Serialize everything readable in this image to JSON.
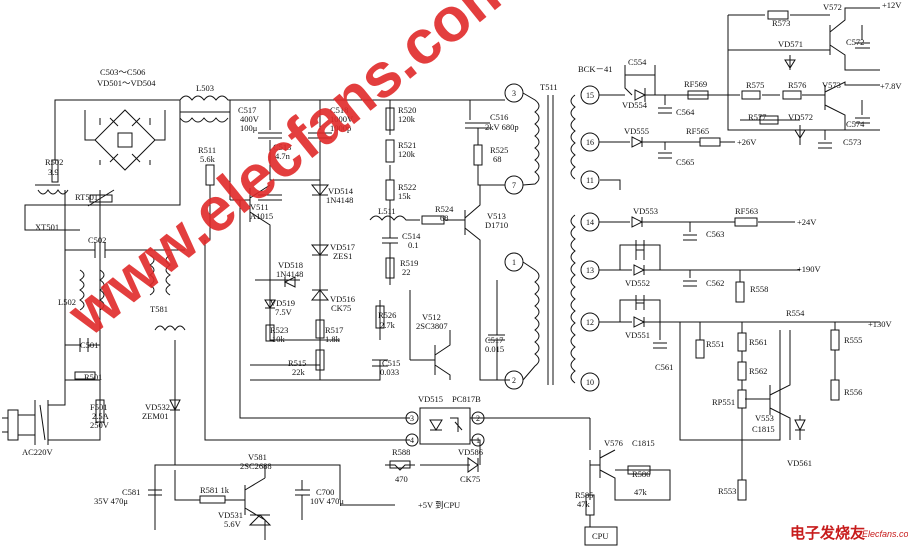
{
  "components": {
    "c503": "C503～C506",
    "vd501": "VD501～VD504",
    "l503": "L503",
    "r502": "R502",
    "r502v": "3.9",
    "rt501": "RT501",
    "xt501": "XT501",
    "c502": "C502",
    "l502": "L502",
    "c501": "C501",
    "r501": "R501",
    "f501": "F501",
    "f501v1": "2.5A",
    "f501v2": "250V",
    "ac220": "AC220V",
    "c517a": "C517",
    "c517a1": "400V",
    "c517a2": "100μ",
    "c518": "C518",
    "c518v1": "1000V",
    "c518v2": "1000p",
    "r520": "R520",
    "r520v": "120k",
    "r521": "R521",
    "r521v": "120k",
    "r511": "R511",
    "r511v": "5.6k",
    "c513": "C513",
    "c513v": "4.7n",
    "v511": "V511",
    "v511v": "A1015",
    "vd514": "VD514",
    "vd514v": "1N4148",
    "r522": "R522",
    "r522v": "15k",
    "l511": "L511",
    "r524": "R524",
    "r524v": "68",
    "v513": "V513",
    "v513v": "D1710",
    "c514": "C514",
    "c514v": "0.1",
    "vd517": "VD517",
    "vd517v": "ZES1",
    "vd518": "VD518",
    "vd518v": "1N4148",
    "r519": "R519",
    "r519v": "22",
    "vd519": "VD519",
    "vd519v": "7.5V",
    "vd516": "VD516",
    "vd516v": "CK75",
    "r526": "R526",
    "r526v": "2.7k",
    "v512": "V512",
    "v512v": "2SC3807",
    "r523": "R523",
    "r523v": "10k",
    "r517": "R517",
    "r517v": "1.8k",
    "r515": "R515",
    "r515v": "22k",
    "c515": "C515",
    "c515v": "0.033",
    "c516": "C516",
    "c516v": "2kV 680p",
    "r525": "R525",
    "r525v": "68",
    "c517b": "C517",
    "c517bv": "0.015",
    "t511": "T511",
    "t581": "T581",
    "vd532": "VD532",
    "vd532v": "ZEM01",
    "vd515": "VD515",
    "pc817b": "PC817B",
    "v581": "V581",
    "v581v": "2SC2688",
    "c581": "C581",
    "c581v": "35V 470μ",
    "r581": "R581 1k",
    "vd531": "VD531",
    "vd531v": "5.6V",
    "c700": "C700",
    "c700v": "10V  470μ",
    "r588": "R588",
    "r588v": "470",
    "vd586": "VD586",
    "vd586v": "CK75",
    "p5v": "+5V  到CPU",
    "v576": "V576",
    "c1815a": "C1815",
    "r586": "R586",
    "r586v": "47k",
    "r585": "R585",
    "r585v": "47k",
    "cpu": "CPU",
    "bck41": "BCK－41",
    "c554": "C554",
    "vd554": "VD554",
    "c564": "C564",
    "rf569": "RF569",
    "vd555": "VD555",
    "rf565": "RF565",
    "c565": "C565",
    "p26v": "+26V",
    "r573": "R573",
    "v572": "V572",
    "p12v": "+12V",
    "vd571": "VD571",
    "c572": "C572",
    "r575": "R575",
    "r576": "R576",
    "v573": "V573",
    "p78v": "+7.8V",
    "r577": "R577",
    "vd572": "VD572",
    "c574": "C574",
    "c573": "C573",
    "vd553": "VD553",
    "rf563": "RF563",
    "c563": "C563",
    "p24v": "+24V",
    "p190v": "+190V",
    "vd552": "VD552",
    "c562": "C562",
    "r558": "R558",
    "vd551": "VD551",
    "c561": "C561",
    "r554": "R554",
    "p130v": "+130V",
    "r551": "R551",
    "r561": "R561",
    "r562": "R562",
    "rp551": "RP551",
    "v553": "V553",
    "c1815b": "C1815",
    "vd561": "VD561",
    "r553": "R553",
    "r555": "R555",
    "r556": "R556"
  },
  "pins": {
    "p3": "3",
    "p7": "7",
    "p1": "1",
    "p2": "2",
    "p15": "15",
    "p16": "16",
    "p11": "11",
    "p14": "14",
    "p13": "13",
    "p12": "12",
    "p10": "10",
    "oc3": "3",
    "oc4": "4",
    "oc2": "2",
    "oc1": "1"
  },
  "watermark": {
    "text": "www.elecfans.com",
    "logo": "电子发烧友",
    "logo_sub": "Elecfans.com"
  },
  "colors": {
    "watermark": "#e02a2a",
    "ink": "#111111"
  }
}
